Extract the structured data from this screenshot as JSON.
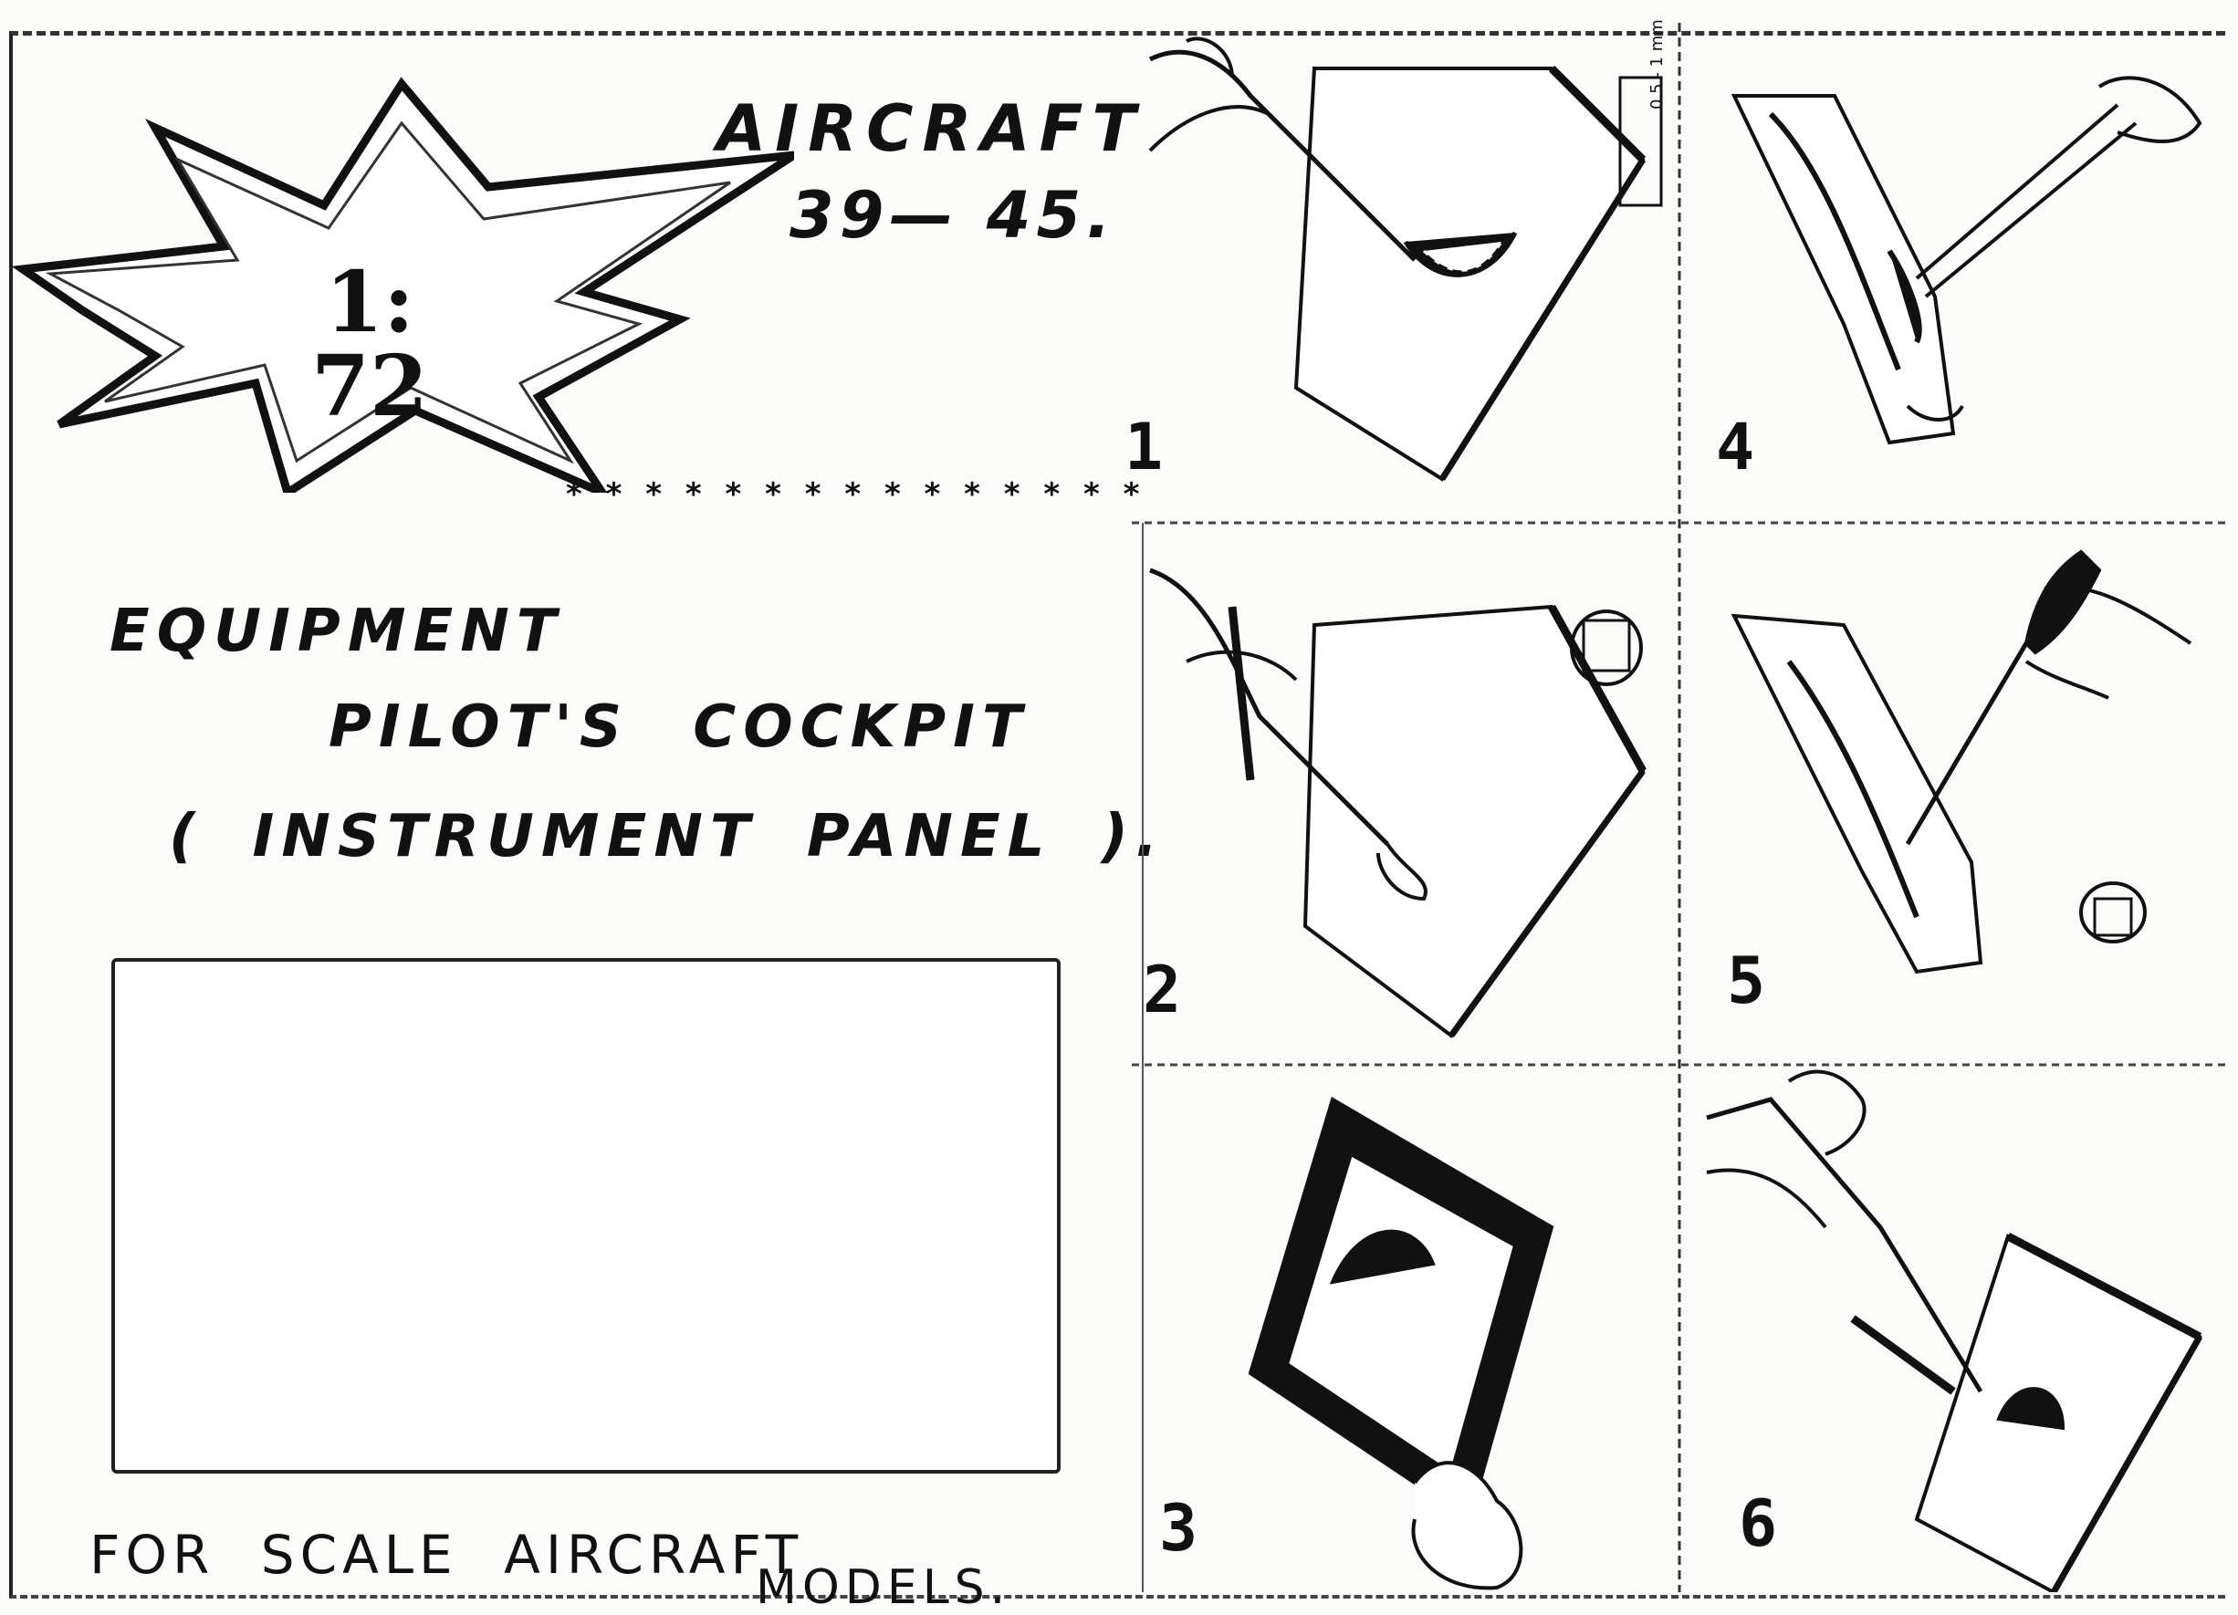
{
  "badge": {
    "scale": "1: 72"
  },
  "title": {
    "line1": "AIRCRAFT",
    "line2": "39— 45."
  },
  "divider": "* * * * * * * * * * * * * * *",
  "heading": {
    "line1": "EQUIPMENT",
    "line2": "PILOT'S COCKPIT",
    "line3": "( INSTRUMENT PANEL )."
  },
  "dimension_label": "0.5 - 1 mm",
  "footer": {
    "line1": "FOR SCALE AIRCRAFT",
    "line2": "MODELS."
  },
  "steps": [
    {
      "number": "1"
    },
    {
      "number": "2"
    },
    {
      "number": "3"
    },
    {
      "number": "4"
    },
    {
      "number": "5"
    },
    {
      "number": "6"
    }
  ]
}
